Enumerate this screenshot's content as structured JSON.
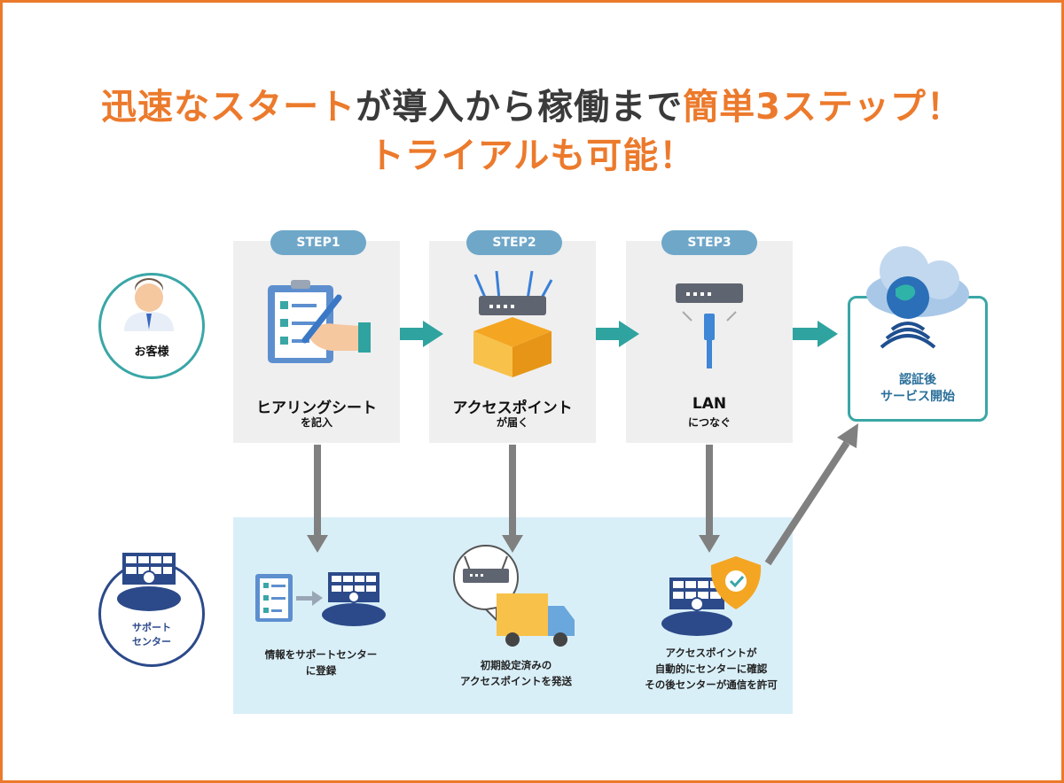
{
  "title": {
    "line1_a": "迅速なスタート",
    "line1_b": "が導入から稼働まで",
    "line1_c": "簡単3ステップ！",
    "line2": "トライアルも可能！"
  },
  "customer": {
    "label": "お客様",
    "icon": "person-icon"
  },
  "support": {
    "label_line1": "サポート",
    "label_line2": "センター",
    "icon": "support-center-icon"
  },
  "steps": [
    {
      "badge": "STEP1",
      "main": "ヒアリングシート",
      "sub": "を記入",
      "icon": "clipboard-hand-icon"
    },
    {
      "badge": "STEP2",
      "main": "アクセスポイント",
      "sub": "が届く",
      "icon": "router-box-icon"
    },
    {
      "badge": "STEP3",
      "main": "LAN",
      "sub": "につなぐ",
      "icon": "router-lan-icon"
    }
  ],
  "goal": {
    "line1": "認証後",
    "line2": "サービス開始",
    "icon": "cloud-globe-wifi-icon"
  },
  "support_actions": [
    {
      "lines": [
        "情報をサポートセンター",
        "に登録"
      ]
    },
    {
      "lines": [
        "初期設定済みの",
        "アクセスポイントを発送"
      ]
    },
    {
      "lines": [
        "アクセスポイントが",
        "自動的にセンターに確認",
        "その後センターが通信を許可"
      ]
    }
  ],
  "colors": {
    "accent": "#ec7a2c",
    "teal": "#2fa3a0",
    "step_badge": "#6fa7c9",
    "navy": "#2c4a8a",
    "band": "#d9eff8"
  }
}
